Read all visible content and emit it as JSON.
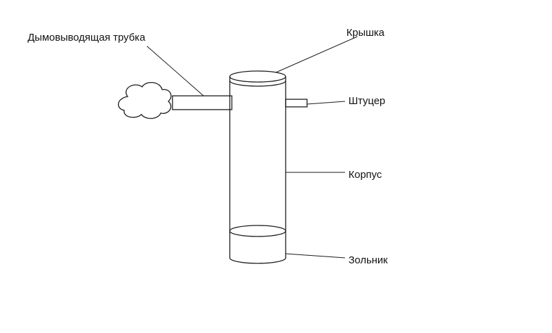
{
  "labels": {
    "chimney_pipe": "Дымовыводящая трубка",
    "lid": "Крышка",
    "fitting": "Штуцер",
    "body": "Корпус",
    "ash_pan": "Зольник"
  }
}
